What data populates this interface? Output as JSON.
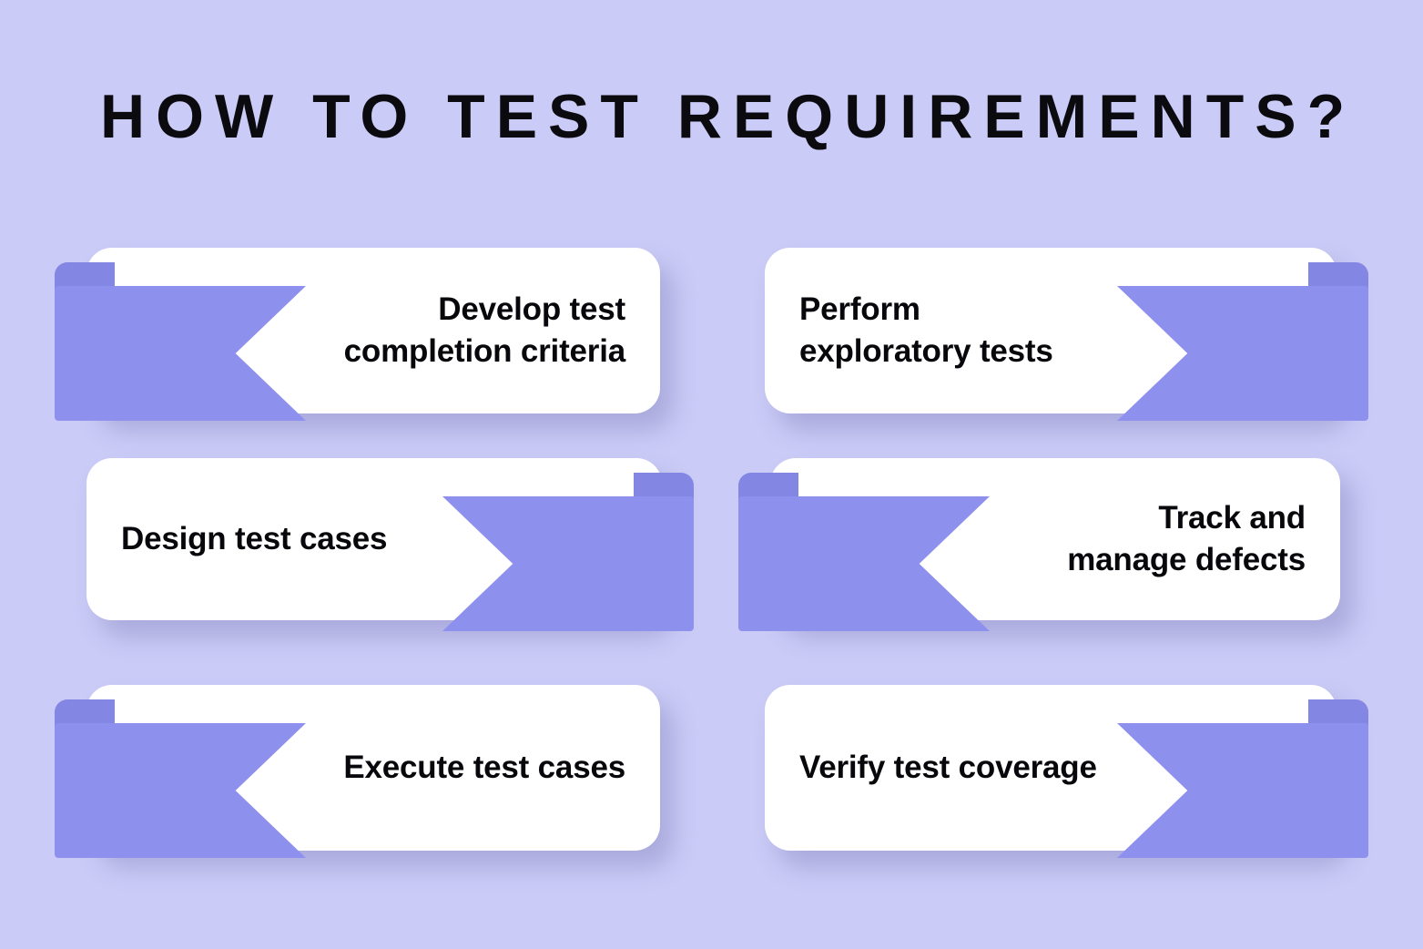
{
  "poster": {
    "title": "HOW TO TEST REQUIREMENTS?",
    "background_color": "#cbcbf7",
    "ribbon_color": "#8e90ee",
    "ribbon_fold_color": "#8486e3",
    "card_color": "#ffffff",
    "text_color": "#08080c"
  },
  "cards": [
    {
      "label": "Develop test\ncompletion criteria",
      "ribbon_side": "left",
      "row": 1,
      "column": 1
    },
    {
      "label": "Perform\nexploratory tests",
      "ribbon_side": "right",
      "row": 1,
      "column": 2
    },
    {
      "label": "Design test cases",
      "ribbon_side": "right",
      "row": 2,
      "column": 1
    },
    {
      "label": "Track and\nmanage defects",
      "ribbon_side": "left",
      "row": 2,
      "column": 2
    },
    {
      "label": "Execute test cases",
      "ribbon_side": "left",
      "row": 3,
      "column": 1
    },
    {
      "label": "Verify test coverage",
      "ribbon_side": "right",
      "row": 3,
      "column": 2
    }
  ]
}
